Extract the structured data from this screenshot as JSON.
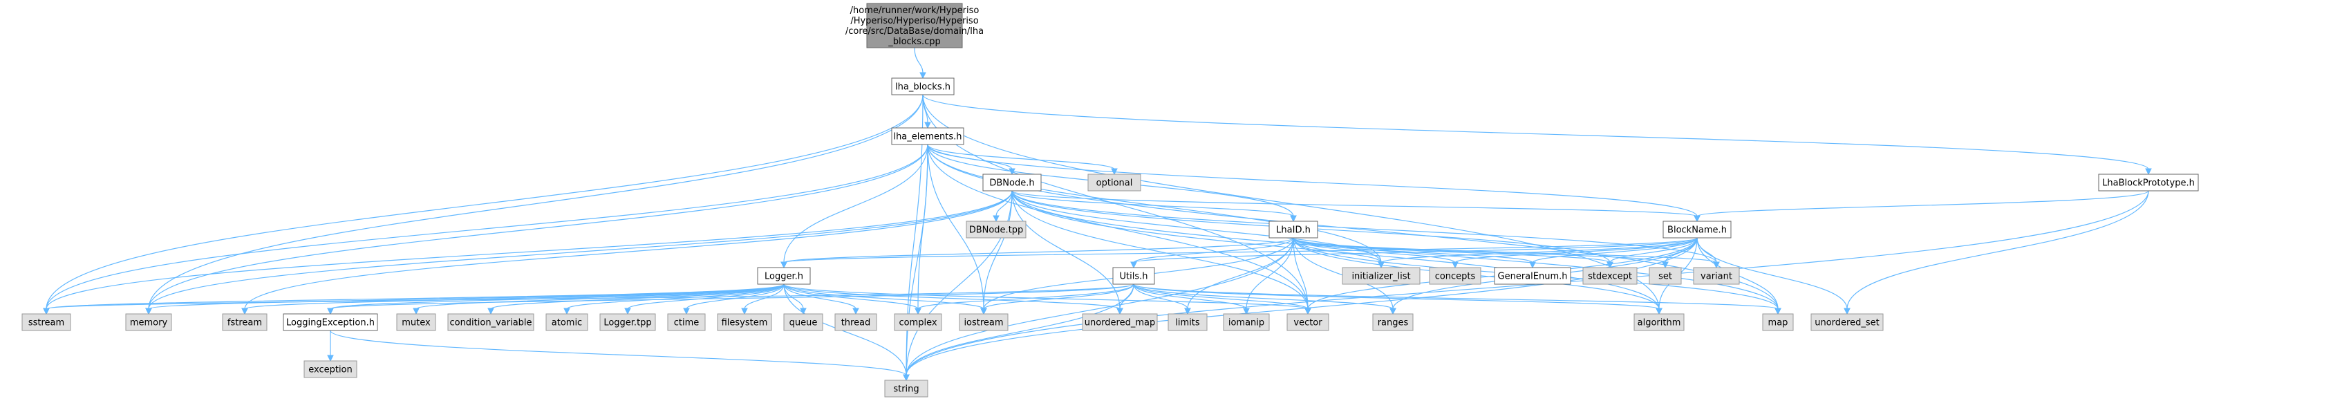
{
  "title": "",
  "colors": {
    "edge": "#63b8ff",
    "root_fill": "#999999",
    "header_fill": "#ffffff",
    "system_fill": "#e0e0e0",
    "border": "#666666"
  },
  "nodes": [
    {
      "id": "root",
      "lines": [
        "/home/runner/work/Hyperiso",
        "/Hyperiso/Hyperiso/Hyperiso",
        "/core/src/DataBase/domain/lha",
        "_blocks.cpp"
      ],
      "kind": "root"
    },
    {
      "id": "lha_blocks",
      "lines": [
        "lha_blocks.h"
      ],
      "kind": "main"
    },
    {
      "id": "lha_elements",
      "lines": [
        "lha_elements.h"
      ],
      "kind": "main"
    },
    {
      "id": "LhaBlockPrototype",
      "lines": [
        "LhaBlockPrototype.h"
      ],
      "kind": "main"
    },
    {
      "id": "DBNode",
      "lines": [
        "DBNode.h"
      ],
      "kind": "main"
    },
    {
      "id": "optional",
      "lines": [
        "optional"
      ],
      "kind": "sys"
    },
    {
      "id": "BlockName",
      "lines": [
        "BlockName.h"
      ],
      "kind": "main"
    },
    {
      "id": "DBNodetpp",
      "lines": [
        "DBNode.tpp"
      ],
      "kind": "sys"
    },
    {
      "id": "LhaID",
      "lines": [
        "LhaID.h"
      ],
      "kind": "main"
    },
    {
      "id": "Logger",
      "lines": [
        "Logger.h"
      ],
      "kind": "main"
    },
    {
      "id": "Utils",
      "lines": [
        "Utils.h"
      ],
      "kind": "main"
    },
    {
      "id": "initializer_list",
      "lines": [
        "initializer_list"
      ],
      "kind": "sys"
    },
    {
      "id": "concepts",
      "lines": [
        "concepts"
      ],
      "kind": "sys"
    },
    {
      "id": "GeneralEnum",
      "lines": [
        "GeneralEnum.h"
      ],
      "kind": "main"
    },
    {
      "id": "stdexcept",
      "lines": [
        "stdexcept"
      ],
      "kind": "sys"
    },
    {
      "id": "set",
      "lines": [
        "set"
      ],
      "kind": "sys"
    },
    {
      "id": "variant",
      "lines": [
        "variant"
      ],
      "kind": "sys"
    },
    {
      "id": "sstream",
      "lines": [
        "sstream"
      ],
      "kind": "sys"
    },
    {
      "id": "memory",
      "lines": [
        "memory"
      ],
      "kind": "sys"
    },
    {
      "id": "fstream",
      "lines": [
        "fstream"
      ],
      "kind": "sys"
    },
    {
      "id": "LoggingException",
      "lines": [
        "LoggingException.h"
      ],
      "kind": "main"
    },
    {
      "id": "mutex",
      "lines": [
        "mutex"
      ],
      "kind": "sys"
    },
    {
      "id": "condition_variable",
      "lines": [
        "condition_variable"
      ],
      "kind": "sys"
    },
    {
      "id": "atomic",
      "lines": [
        "atomic"
      ],
      "kind": "sys"
    },
    {
      "id": "Loggertpp",
      "lines": [
        "Logger.tpp"
      ],
      "kind": "sys"
    },
    {
      "id": "ctime",
      "lines": [
        "ctime"
      ],
      "kind": "sys"
    },
    {
      "id": "filesystem",
      "lines": [
        "filesystem"
      ],
      "kind": "sys"
    },
    {
      "id": "queue",
      "lines": [
        "queue"
      ],
      "kind": "sys"
    },
    {
      "id": "thread",
      "lines": [
        "thread"
      ],
      "kind": "sys"
    },
    {
      "id": "complex",
      "lines": [
        "complex"
      ],
      "kind": "sys"
    },
    {
      "id": "iostream",
      "lines": [
        "iostream"
      ],
      "kind": "sys"
    },
    {
      "id": "unordered_map",
      "lines": [
        "unordered_map"
      ],
      "kind": "sys"
    },
    {
      "id": "limits",
      "lines": [
        "limits"
      ],
      "kind": "sys"
    },
    {
      "id": "iomanip",
      "lines": [
        "iomanip"
      ],
      "kind": "sys"
    },
    {
      "id": "vector",
      "lines": [
        "vector"
      ],
      "kind": "sys"
    },
    {
      "id": "ranges",
      "lines": [
        "ranges"
      ],
      "kind": "sys"
    },
    {
      "id": "algorithm",
      "lines": [
        "algorithm"
      ],
      "kind": "sys"
    },
    {
      "id": "map",
      "lines": [
        "map"
      ],
      "kind": "sys"
    },
    {
      "id": "unordered_set",
      "lines": [
        "unordered_set"
      ],
      "kind": "sys"
    },
    {
      "id": "exception",
      "lines": [
        "exception"
      ],
      "kind": "sys"
    },
    {
      "id": "string",
      "lines": [
        "string"
      ],
      "kind": "sys"
    }
  ],
  "edges": [
    [
      "root",
      "lha_blocks"
    ],
    [
      "lha_blocks",
      "lha_elements"
    ],
    [
      "lha_blocks",
      "LhaBlockPrototype"
    ],
    [
      "lha_blocks",
      "sstream"
    ],
    [
      "lha_blocks",
      "memory"
    ],
    [
      "lha_blocks",
      "string"
    ],
    [
      "lha_blocks",
      "vector"
    ],
    [
      "lha_blocks",
      "algorithm"
    ],
    [
      "lha_elements",
      "DBNode"
    ],
    [
      "lha_elements",
      "optional"
    ],
    [
      "lha_elements",
      "LhaID"
    ],
    [
      "lha_elements",
      "Logger"
    ],
    [
      "lha_elements",
      "sstream"
    ],
    [
      "lha_elements",
      "memory"
    ],
    [
      "lha_elements",
      "string"
    ],
    [
      "lha_elements",
      "iostream"
    ],
    [
      "lha_elements",
      "complex"
    ],
    [
      "lha_elements",
      "vector"
    ],
    [
      "lha_elements",
      "map"
    ],
    [
      "lha_elements",
      "initializer_list"
    ],
    [
      "lha_elements",
      "BlockName"
    ],
    [
      "DBNode",
      "DBNodetpp"
    ],
    [
      "DBNode",
      "BlockName"
    ],
    [
      "DBNode",
      "LhaID"
    ],
    [
      "DBNode",
      "sstream"
    ],
    [
      "DBNode",
      "memory"
    ],
    [
      "DBNode",
      "fstream"
    ],
    [
      "DBNode",
      "string"
    ],
    [
      "DBNode",
      "iostream"
    ],
    [
      "DBNode",
      "vector"
    ],
    [
      "DBNode",
      "map"
    ],
    [
      "DBNode",
      "algorithm"
    ],
    [
      "DBNode",
      "initializer_list"
    ],
    [
      "DBNode",
      "stdexcept"
    ],
    [
      "DBNode",
      "variant"
    ],
    [
      "DBNode",
      "unordered_map"
    ],
    [
      "LhaBlockPrototype",
      "BlockName"
    ],
    [
      "LhaBlockPrototype",
      "string"
    ],
    [
      "LhaBlockPrototype",
      "unordered_set"
    ],
    [
      "BlockName",
      "GeneralEnum"
    ],
    [
      "BlockName",
      "Utils"
    ],
    [
      "BlockName",
      "initializer_list"
    ],
    [
      "BlockName",
      "concepts"
    ],
    [
      "BlockName",
      "stdexcept"
    ],
    [
      "BlockName",
      "set"
    ],
    [
      "BlockName",
      "variant"
    ],
    [
      "BlockName",
      "Logger"
    ],
    [
      "BlockName",
      "map"
    ],
    [
      "BlockName",
      "algorithm"
    ],
    [
      "BlockName",
      "string"
    ],
    [
      "BlockName",
      "unordered_set"
    ],
    [
      "BlockName",
      "vector"
    ],
    [
      "BlockName",
      "ranges"
    ],
    [
      "LhaID",
      "Logger"
    ],
    [
      "LhaID",
      "Utils"
    ],
    [
      "LhaID",
      "initializer_list"
    ],
    [
      "LhaID",
      "concepts"
    ],
    [
      "LhaID",
      "GeneralEnum"
    ],
    [
      "LhaID",
      "stdexcept"
    ],
    [
      "LhaID",
      "set"
    ],
    [
      "LhaID",
      "variant"
    ],
    [
      "LhaID",
      "iostream"
    ],
    [
      "LhaID",
      "string"
    ],
    [
      "LhaID",
      "vector"
    ],
    [
      "LhaID",
      "map"
    ],
    [
      "LhaID",
      "ranges"
    ],
    [
      "LhaID",
      "algorithm"
    ],
    [
      "LhaID",
      "limits"
    ],
    [
      "LhaID",
      "iomanip"
    ],
    [
      "Logger",
      "sstream"
    ],
    [
      "Logger",
      "memory"
    ],
    [
      "Logger",
      "fstream"
    ],
    [
      "Logger",
      "LoggingException"
    ],
    [
      "Logger",
      "mutex"
    ],
    [
      "Logger",
      "condition_variable"
    ],
    [
      "Logger",
      "atomic"
    ],
    [
      "Logger",
      "Loggertpp"
    ],
    [
      "Logger",
      "ctime"
    ],
    [
      "Logger",
      "filesystem"
    ],
    [
      "Logger",
      "queue"
    ],
    [
      "Logger",
      "thread"
    ],
    [
      "Logger",
      "complex"
    ],
    [
      "Logger",
      "iostream"
    ],
    [
      "Logger",
      "string"
    ],
    [
      "Logger",
      "vector"
    ],
    [
      "Logger",
      "unordered_map"
    ],
    [
      "Utils",
      "LoggingException"
    ],
    [
      "Utils",
      "complex"
    ],
    [
      "Utils",
      "iostream"
    ],
    [
      "Utils",
      "unordered_map"
    ],
    [
      "Utils",
      "limits"
    ],
    [
      "Utils",
      "iomanip"
    ],
    [
      "Utils",
      "vector"
    ],
    [
      "Utils",
      "ranges"
    ],
    [
      "Utils",
      "algorithm"
    ],
    [
      "Utils",
      "map"
    ],
    [
      "Utils",
      "string"
    ],
    [
      "Utils",
      "sstream"
    ],
    [
      "LoggingException",
      "exception"
    ],
    [
      "LoggingException",
      "string"
    ]
  ]
}
